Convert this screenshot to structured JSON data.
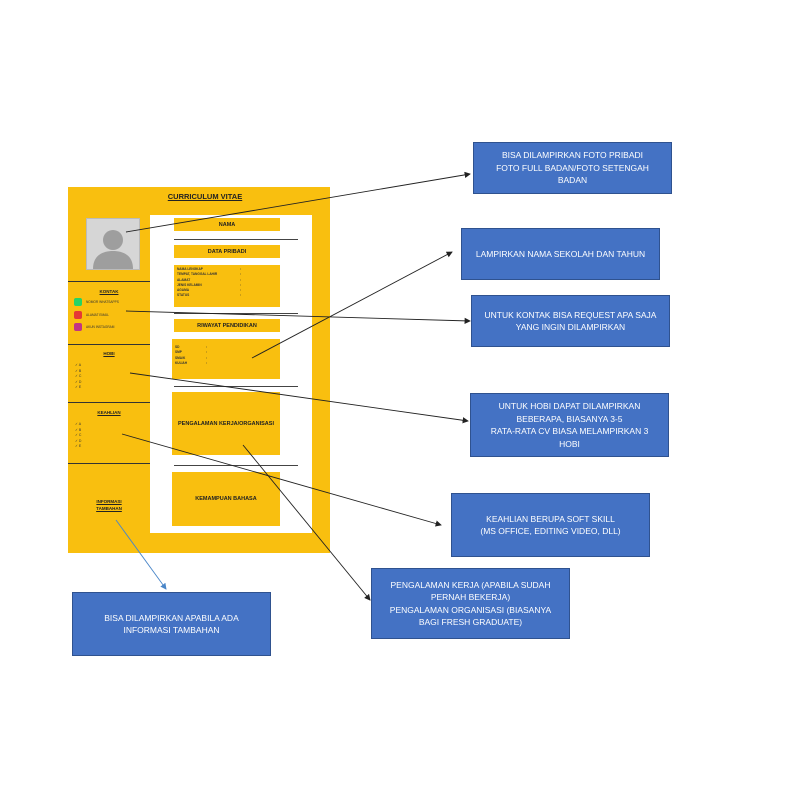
{
  "cv": {
    "title": "CURRICULUM VITAE",
    "sidebar": {
      "kontak_heading": "KONTAK",
      "kontak_items": [
        "NOMOR WHATSAPPS",
        "ALAMAT EMAIL",
        "AKUN INSTAGRAM"
      ],
      "hobi_heading": "HOBI",
      "hobi_items": [
        "✓   A",
        "✓   B",
        "✓   C",
        "✓   D",
        "✓   E"
      ],
      "keahlian_heading": "KEAHLIAN",
      "keahlian_items": [
        "✓   A",
        "✓   B",
        "✓   C",
        "✓   D",
        "✓   E"
      ],
      "info_heading": "INFORMASI\nTAMBAHAN"
    },
    "main": {
      "nama": "NAMA",
      "data_pribadi": "DATA PRIBADI",
      "data_pribadi_fields": [
        "NAMA LENGKAP",
        "TEMPAT, TANGGAL LAHIR",
        "ALAMAT",
        "JENIS KELAMIN",
        "AGAMA",
        "STATUS"
      ],
      "riwayat": "RIWAYAT PENDIDIKAN",
      "riwayat_fields": [
        "SD",
        "SMP",
        "SMA/K",
        "KULIAH"
      ],
      "pengalaman": "PENGALAMAN KERJA/ORGANISASI",
      "kemampuan": "KEMAMPUAN BAHASA"
    }
  },
  "callouts": {
    "foto": "BISA DILAMPIRKAN FOTO PRIBADI\nFOTO FULL BADAN/FOTO SETENGAH\nBADAN",
    "sekolah": "LAMPIRKAN NAMA SEKOLAH DAN TAHUN",
    "kontak": "UNTUK KONTAK BISA REQUEST APA SAJA\nYANG INGIN DILAMPIRKAN",
    "hobi": "UNTUK HOBI DAPAT DILAMPIRKAN\nBEBERAPA, BIASANYA 3-5\nRATA-RATA CV BIASA MELAMPIRKAN 3\nHOBI",
    "keahlian": "KEAHLIAN BERUPA SOFT SKILL\n(MS OFFICE, EDITING VIDEO, DLL)",
    "pengalaman": "PENGALAMAN KERJA (APABILA SUDAH\nPERNAH BEKERJA)\nPENGALAMAN ORGANISASI (BIASANYA\nBAGI FRESH GRADUATE)",
    "informasi": "BISA DILAMPIRKAN APABILA ADA\nINFORMASI TAMBAHAN"
  },
  "colors": {
    "accent": "#f9bf0f",
    "callout": "#4472c4"
  },
  "icons": [
    "whatsapp-icon",
    "email-icon",
    "instagram-icon",
    "avatar-icon"
  ]
}
